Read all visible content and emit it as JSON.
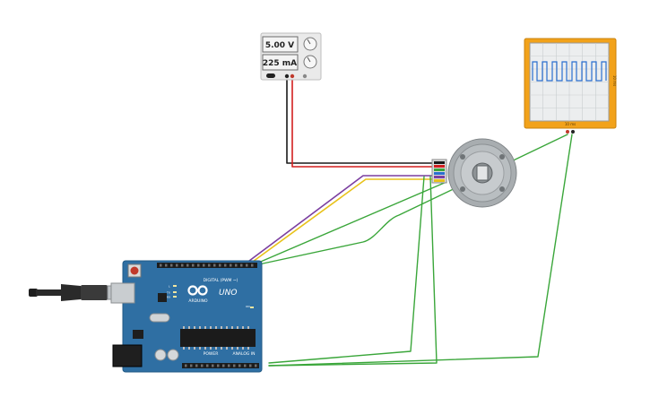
{
  "power_supply": {
    "voltage_display": "5.00 V",
    "current_display": "225 mA"
  },
  "oscilloscope": {
    "side_label": "10 ms",
    "bottom_label": "10 ms"
  },
  "arduino": {
    "brand_label": "ARDUINO",
    "model_label": "UNO",
    "digital_header_label": "DIGITAL (PWM ~)",
    "power_label": "POWER",
    "analog_label": "ANALOG IN",
    "led_labels": [
      "L",
      "TX",
      "RX"
    ],
    "on_label": "ON"
  },
  "colors": {
    "wire_black": "#1a1a1a",
    "wire_red": "#d21f1f",
    "wire_purple": "#7b3fa0",
    "wire_yellow": "#e8c21a",
    "wire_green": "#3aa63a",
    "board_blue": "#2f6fa3",
    "scope_orange": "#f2a21a",
    "scope_trace": "#2a6fcf"
  }
}
